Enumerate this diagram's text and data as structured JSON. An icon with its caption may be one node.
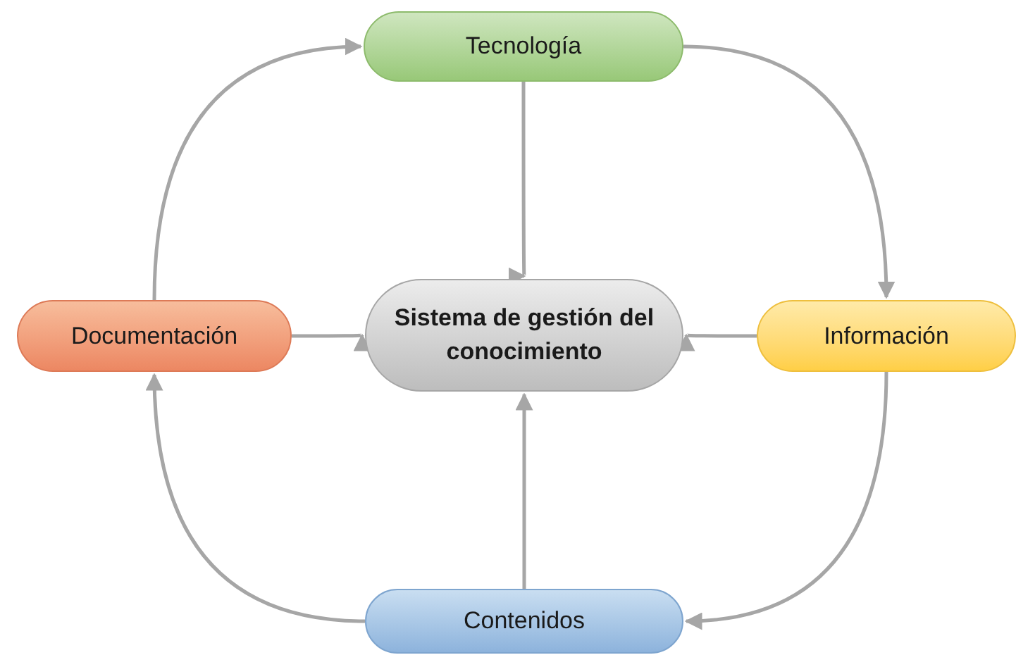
{
  "diagram": {
    "nodes": [
      {
        "text": [
          "Tecnología"
        ]
      },
      {
        "text": [
          "Documentación"
        ]
      },
      {
        "text": [
          "Sistema de gestión del conocimiento"
        ]
      },
      {
        "text": [
          "Información"
        ]
      },
      {
        "text": [
          "Contenidos"
        ]
      }
    ],
    "edges": [
      {
        "from": 0,
        "to": 2,
        "arrow": "to"
      },
      {
        "from": 1,
        "to": 2,
        "arrow": "to"
      },
      {
        "from": 3,
        "to": 2,
        "arrow": "to"
      },
      {
        "from": 4,
        "to": 2,
        "arrow": "to"
      },
      {
        "from": 1,
        "to": 0,
        "arrow": "to"
      },
      {
        "from": 0,
        "to": 3,
        "arrow": "to"
      },
      {
        "from": 3,
        "to": 4,
        "arrow": "to"
      },
      {
        "from": 4,
        "to": 1,
        "arrow": "to"
      }
    ]
  }
}
